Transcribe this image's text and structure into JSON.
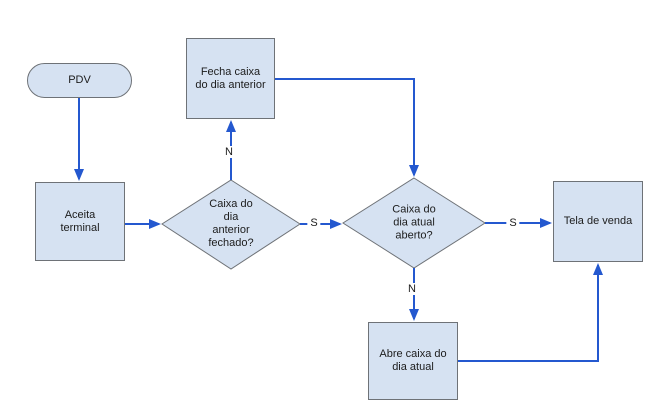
{
  "diagram": {
    "colors": {
      "background": "#ffffff",
      "node_fill": "#d6e2f2",
      "node_border": "#6e7277",
      "arrow": "#2458cf",
      "text": "#1c1c1c"
    },
    "nodes": {
      "pdv": "PDV",
      "fecha_caixa": "Fecha caixa\ndo dia anterior",
      "aceita_terminal": "Aceita\nterminal",
      "decisao_dia_anterior": "Caixa do\ndia\nanterior\nfechado?",
      "decisao_dia_atual": "Caixa do\ndia atual\naberto?",
      "tela_venda": "Tela de venda",
      "abre_caixa": "Abre caixa do\ndia atual"
    },
    "edge_labels": {
      "n_para_fecha_caixa": "N",
      "s_anterior_fechado": "S",
      "s_atual_aberto": "S",
      "n_para_abre_caixa": "N"
    }
  }
}
